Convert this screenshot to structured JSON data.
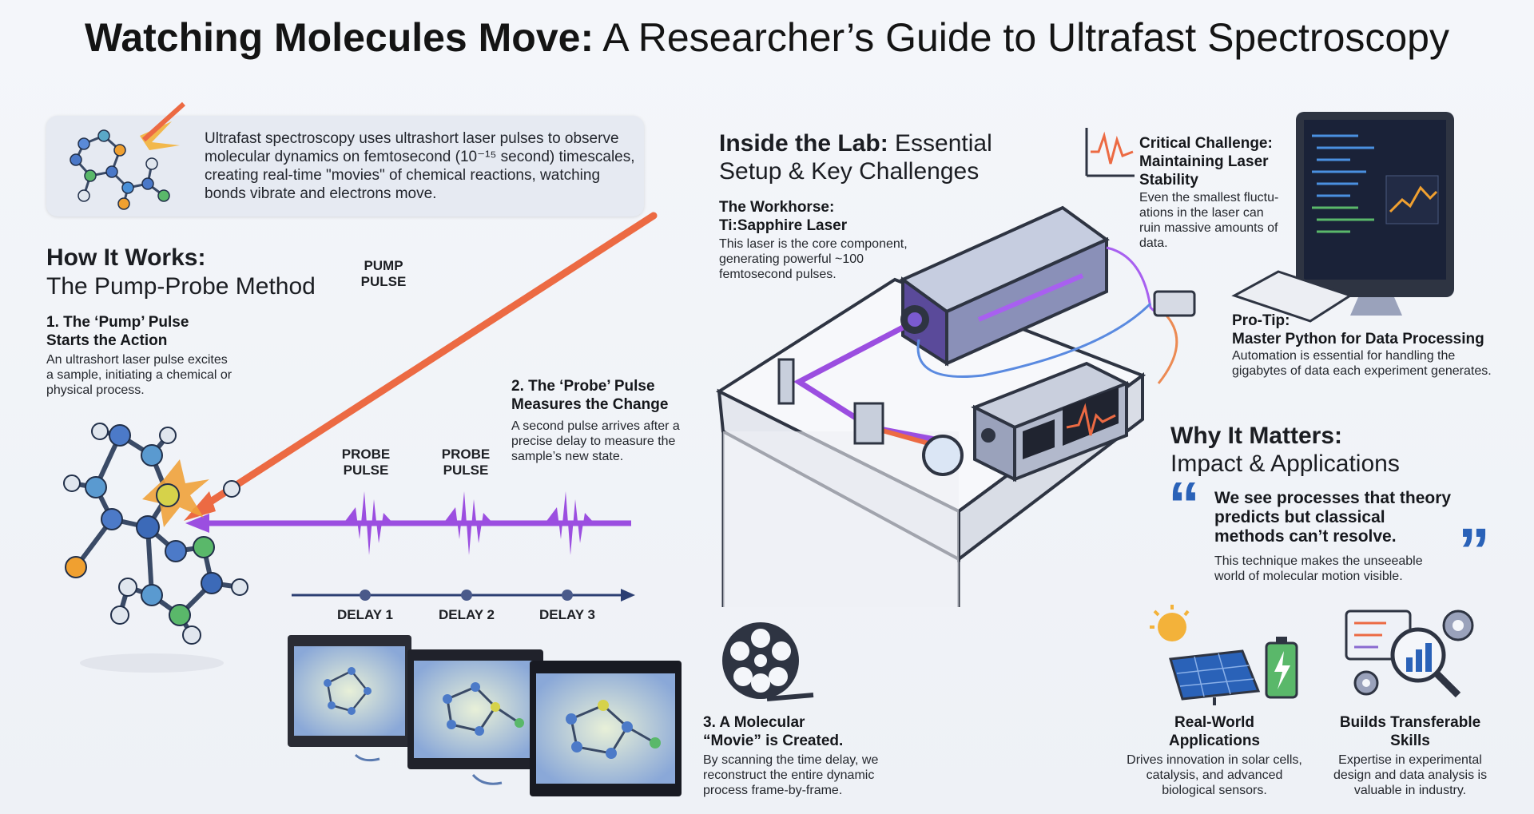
{
  "title": {
    "bold": "Watching Molecules Move:",
    "rest": " A Researcher’s Guide to Ultrafast Spectroscopy"
  },
  "intro": {
    "text": "Ultrafast spectroscopy uses ultrashort laser pulses to observe molecular dynamics on femtosecond (10⁻¹⁵ second) timescales, creating real-time \"movies\" of chemical reactions, watching bonds vibrate and electrons move."
  },
  "how": {
    "heading": "How It Works:",
    "subheading": "The Pump-Probe Method",
    "pump_label_line1": "PUMP",
    "pump_label_line2": "PULSE",
    "step1_title_line1": "1. The ‘Pump’ Pulse",
    "step1_title_line2": "Starts the Action",
    "step1_text": "An ultrashort laser pulse excites a sample, initiating a chemical or physical process.",
    "step2_title_line1": "2. The ‘Probe’ Pulse",
    "step2_title_line2": "Measures the Change",
    "step2_text": "A second pulse arrives after a precise delay to measure the sample’s new state.",
    "probe_labels": [
      {
        "line1": "PROBE",
        "line2": "PULSE"
      },
      {
        "line1": "PROBE",
        "line2": "PULSE"
      }
    ],
    "delays": [
      "DELAY 1",
      "DELAY 2",
      "DELAY 3"
    ],
    "step3_title_line1": "3. A Molecular",
    "step3_title_line2": "“Movie” is Created.",
    "step3_text": "By scanning the time delay, we reconstruct the entire dynamic process frame-by-frame."
  },
  "lab": {
    "heading_bold": "Inside the Lab:",
    "heading_rest": " Essential",
    "heading_line2": "Setup & Key Challenges",
    "workhorse_title_line1": "The Workhorse:",
    "workhorse_title_line2": "Ti:Sapphire Laser",
    "workhorse_text": "This laser is the core component, generating powerful ~100 femtosecond pulses.",
    "challenge_title_line1": "Critical Challenge:",
    "challenge_title_line2": "Maintaining Laser",
    "challenge_title_line3": "Stability",
    "challenge_text": "Even the smallest fluctu-ations in the laser can ruin massive amounts of data.",
    "protip_title_line1": "Pro-Tip:",
    "protip_title_line2": "Master Python for Data Processing",
    "protip_text": "Automation is essential for handling the gigabytes of data each experiment generates."
  },
  "why": {
    "heading": "Why It Matters:",
    "subheading": "Impact & Applications",
    "quote": "We see processes that theory predicts but classical methods can’t resolve.",
    "quote_sub": "This technique makes the unseeable world of molecular motion visible.",
    "app1_title_line1": "Real-World",
    "app1_title_line2": "Applications",
    "app1_text": "Drives innovation in solar cells, catalysis, and advanced biological sensors.",
    "app2_title_line1": "Builds Transferable",
    "app2_title_line2": "Skills",
    "app2_text": "Expertise in experimental design and data analysis is valuable in industry."
  },
  "colors": {
    "pump": "#ec6a43",
    "probe": "#9b4ee0",
    "accent_blue": "#2a62b8",
    "text": "#1c1f26"
  }
}
